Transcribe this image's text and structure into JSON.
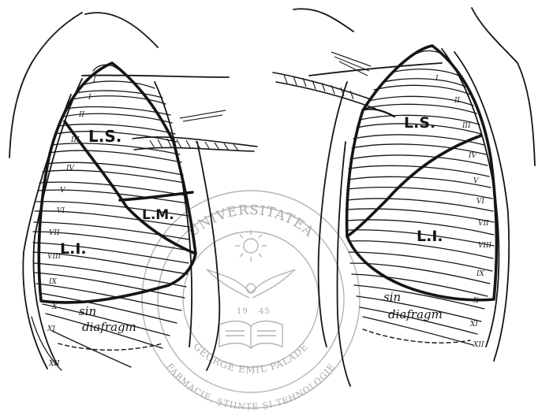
{
  "diagram": {
    "left_lung": {
      "labels": {
        "upper": "L.S.",
        "middle": "L.M.",
        "lower": "L.I."
      },
      "diaphragm_note": [
        "sin",
        "diafragm"
      ],
      "ribs": [
        "I",
        "I",
        "II",
        "III",
        "IV",
        "V",
        "VI",
        "VII",
        "VIII",
        "IX",
        "X",
        "XI",
        "XII"
      ]
    },
    "right_lung": {
      "labels": {
        "upper": "L.S.",
        "lower": "L.I."
      },
      "diaphragm_note": [
        "sin",
        "diafragm"
      ],
      "ribs": [
        "I",
        "II",
        "III",
        "IV",
        "V",
        "VI",
        "VII",
        "VIII",
        "IX",
        "X",
        "XI",
        "XII"
      ]
    }
  },
  "watermark": {
    "ring_top": "UNIVERSITATEA",
    "ring_bottom": "GEORGE EMIL PALADE",
    "ring_outer": "FARMACIE, ȘTIINȚE ȘI TEHNOLOGIE",
    "year_left": "19",
    "year_right": "45"
  }
}
